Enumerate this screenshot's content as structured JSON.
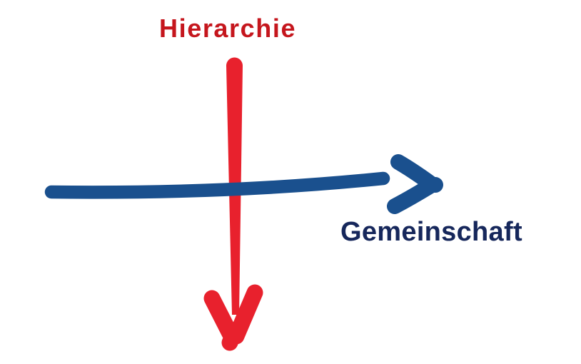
{
  "diagram": {
    "background_color": "#ffffff",
    "vertical_axis": {
      "label": "Hierarchie",
      "label_color": "#c5161d",
      "arrow_color": "#e8212d",
      "direction": "down"
    },
    "horizontal_axis": {
      "label": "Gemeinschaft",
      "label_color": "#16275b",
      "arrow_color": "#1a508e",
      "direction": "right"
    }
  }
}
